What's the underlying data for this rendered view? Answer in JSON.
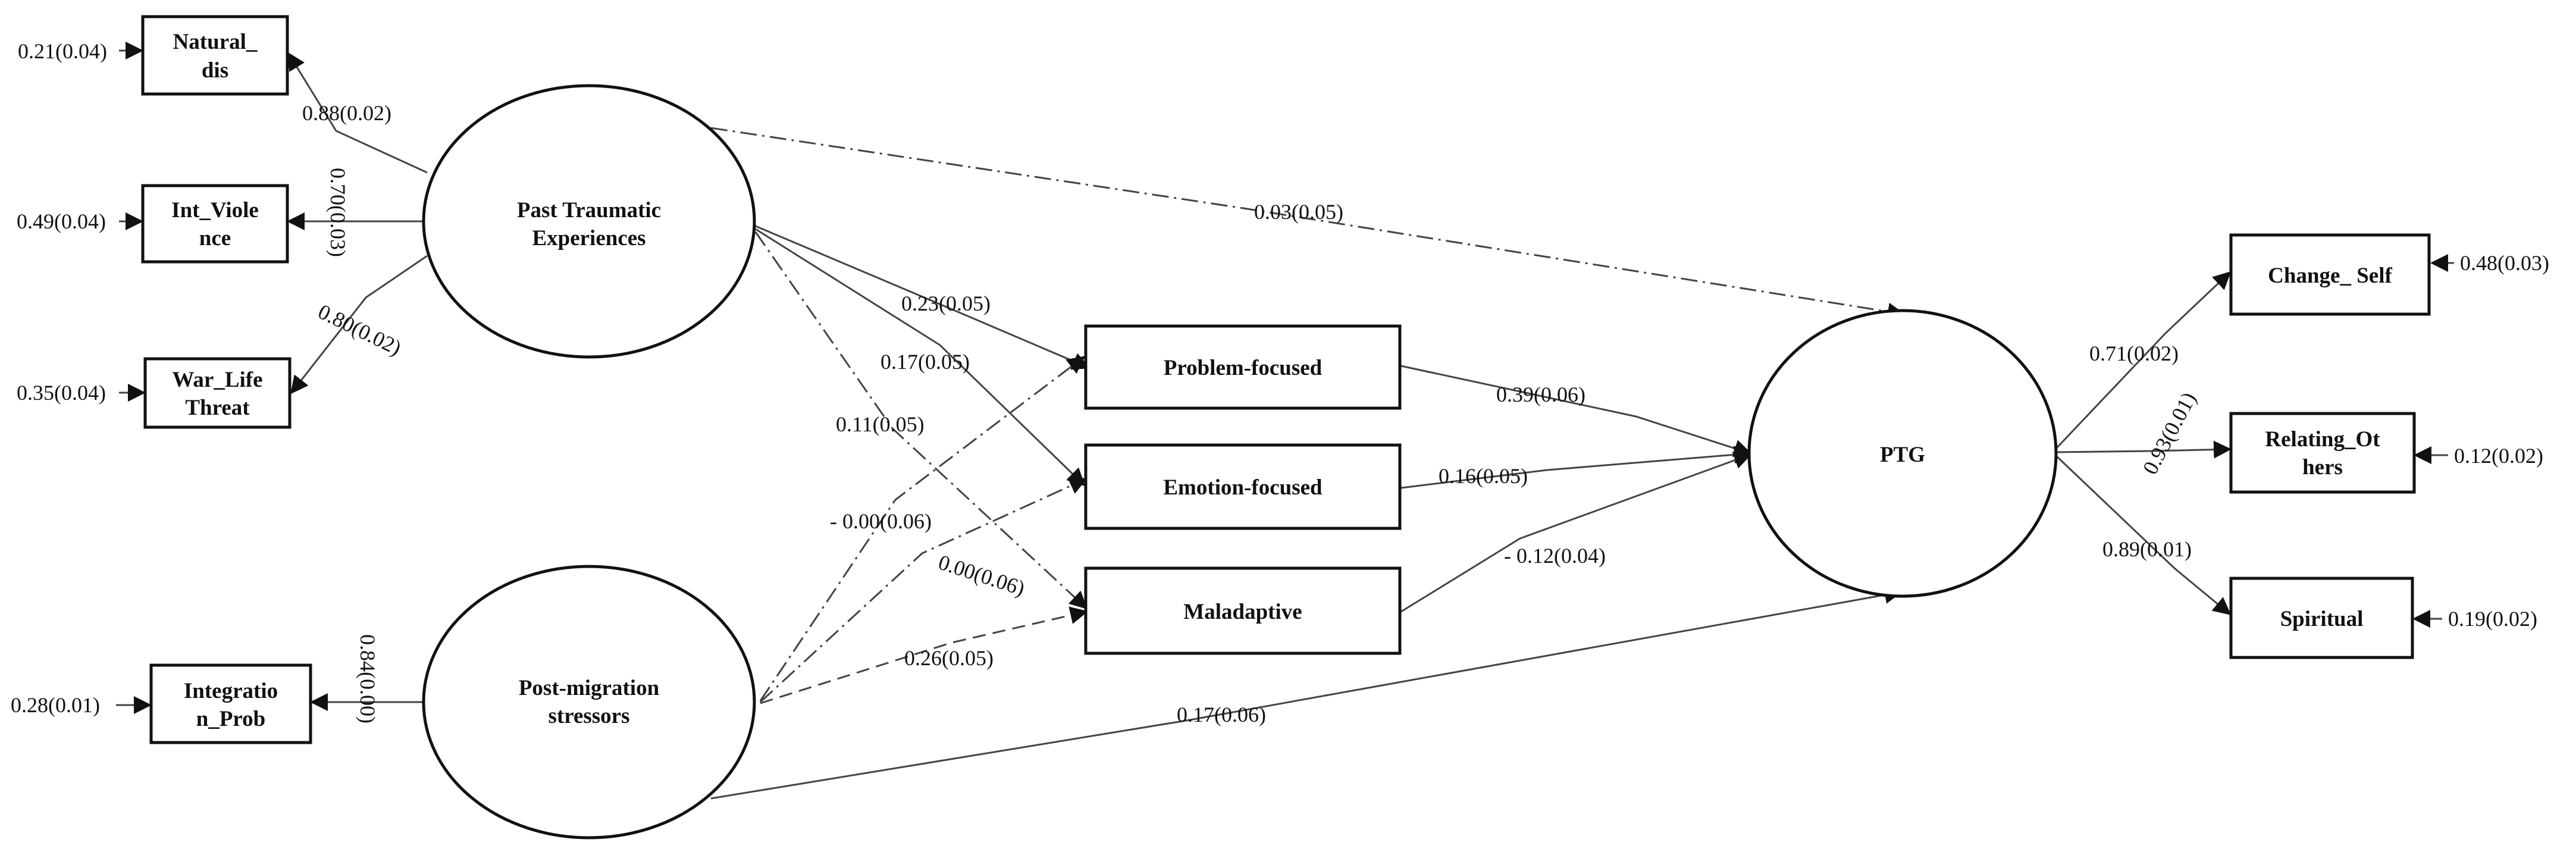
{
  "nodes": {
    "natural_dis": [
      "Natural_",
      "dis"
    ],
    "int_violence": [
      "Int_Viole",
      "nce"
    ],
    "war_life": [
      "War_Life",
      "Threat"
    ],
    "integration": [
      "Integratio",
      "n_Prob"
    ],
    "past_trauma": [
      "Past Traumatic",
      "Experiences"
    ],
    "post_migration": [
      "Post-migration",
      "stressors"
    ],
    "problem": "Problem-focused",
    "emotion": "Emotion-focused",
    "maladaptive": "Maladaptive",
    "ptg": "PTG",
    "change_self": "Change_ Self",
    "relating": [
      "Relating_Ot",
      "hers"
    ],
    "spiritual": "Spiritual"
  },
  "errors": {
    "natural_dis": "0.21(0.04)",
    "int_violence": "0.49(0.04)",
    "war_life": "0.35(0.04)",
    "integration": "0.28(0.01)",
    "change_self": "0.48(0.03)",
    "relating": "0.12(0.02)",
    "spiritual": "0.19(0.02)"
  },
  "loadings": {
    "natural_dis": "0.88(0.02)",
    "int_violence": "0.70(0.03)",
    "war_life": "0.80(0.02)",
    "integration": "0.84(0.00)",
    "change_self": "0.71(0.02)",
    "relating": "0.93(0.01)",
    "spiritual": "0.89(0.01)"
  },
  "paths": {
    "past_ptg": "0.03(0.05)",
    "past_problem": "0.23(0.05)",
    "past_emotion": "0.17(0.05)",
    "past_maladaptive": "0.11(0.05)",
    "post_problem": "- 0.00(0.06)",
    "post_emotion": "0.00(0.06)",
    "post_maladaptive": "0.26(0.05)",
    "post_ptg": "0.17(0.06)",
    "problem_ptg": "0.39(0.06)",
    "emotion_ptg": "0.16(0.05)",
    "maladaptive_ptg": "- 0.12(0.04)"
  }
}
